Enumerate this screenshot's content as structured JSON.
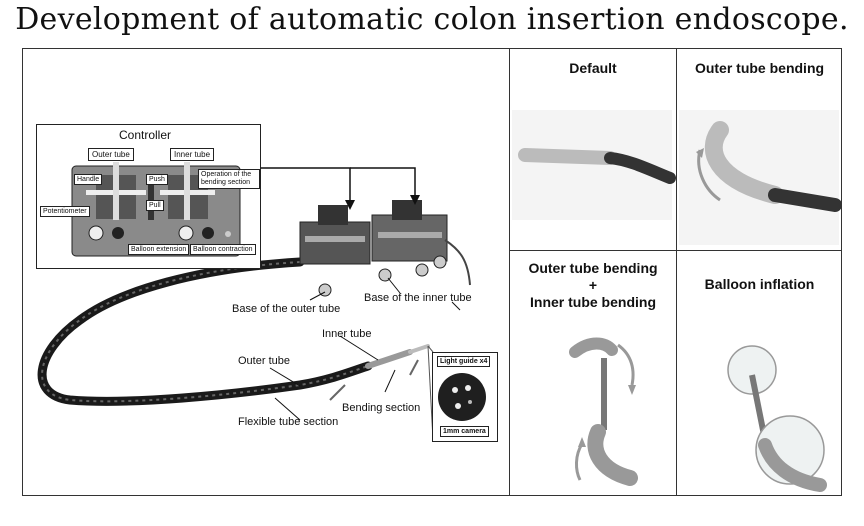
{
  "title": "Development of automatic colon insertion endoscope.",
  "main_panel": {
    "controller": {
      "title": "Controller",
      "outer_tube": "Outer tube",
      "inner_tube": "Inner tube",
      "handle": "Handle",
      "push": "Push",
      "pull": "Pull",
      "potentiometer": "Potentiometer",
      "operation": "Operation of the bending section",
      "balloon_extension": "Balloon extension",
      "balloon_contraction": "Balloon contraction"
    },
    "labels": {
      "base_outer": "Base of the outer tube",
      "base_inner": "Base of the inner tube",
      "inner_tube": "Inner tube",
      "outer_tube": "Outer tube",
      "bending_section": "Bending section",
      "flexible_tube": "Flexible tube section",
      "light_guide": "Light guide x4",
      "camera": "1mm camera"
    }
  },
  "side_panels": {
    "default": "Default",
    "outer_bending": "Outer tube bending",
    "combined_line1": "Outer tube bending",
    "combined_plus": "+",
    "combined_line2": "Inner tube bending",
    "balloon": "Balloon inflation"
  }
}
